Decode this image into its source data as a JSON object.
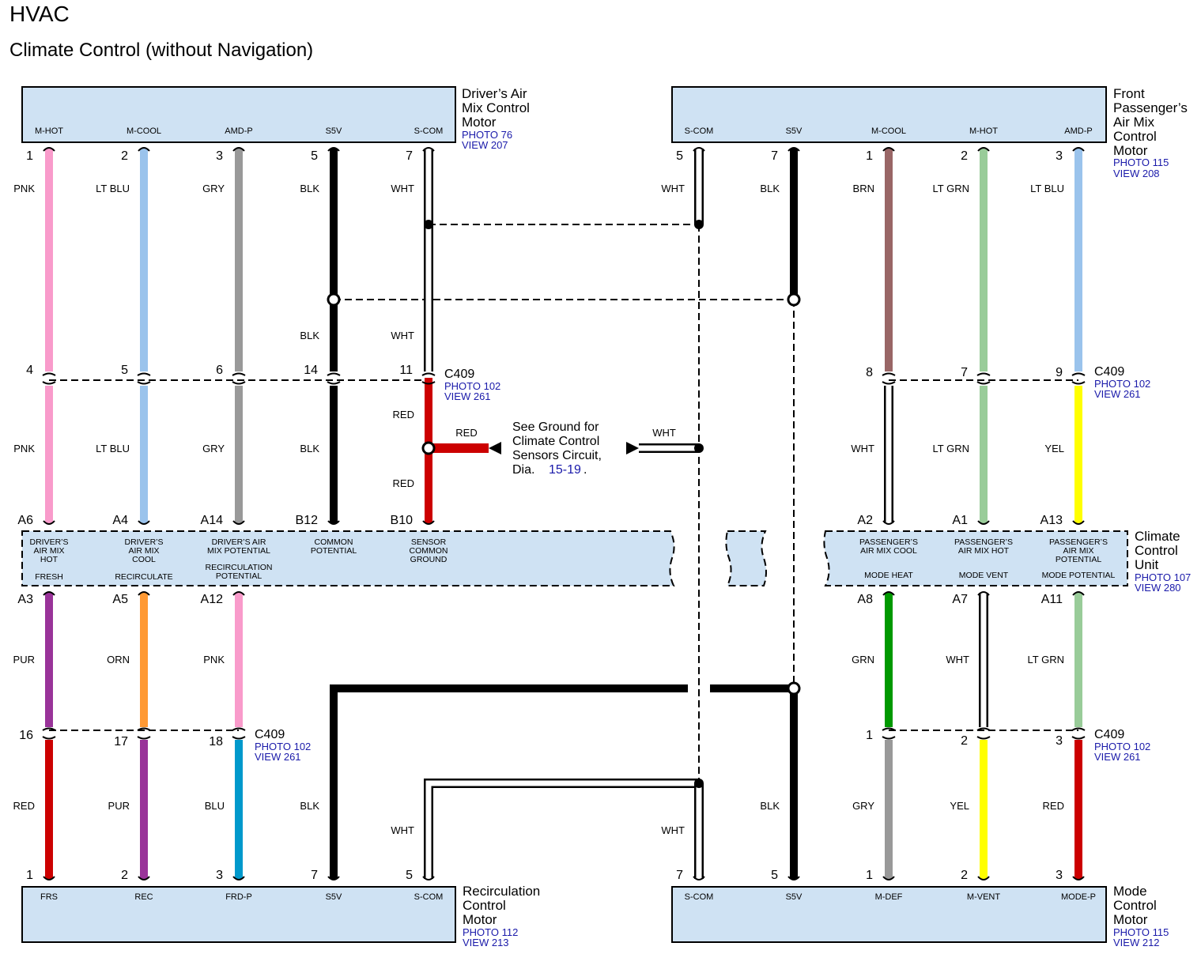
{
  "header": {
    "title": "HVAC",
    "subtitle": "Climate Control (without Navigation)"
  },
  "colors": {
    "box": "#cfe2f3",
    "PNK": "#f99bcb",
    "LT BLU": "#9ac3ec",
    "GRY": "#999999",
    "BLK": "#000000",
    "WHT": "#ffffff",
    "RED": "#cc0000",
    "BRN": "#996666",
    "LT GRN": "#99cc99",
    "YEL": "#ffff00",
    "PUR": "#993399",
    "ORN": "#ff9933",
    "BLU": "#0099cc",
    "GRN": "#009900",
    "link": "#1a1aaa"
  },
  "components": {
    "driver_motor": {
      "name": [
        "Driver’s Air",
        "Mix Control",
        "Motor"
      ],
      "photo": "PHOTO 76",
      "view": "VIEW 207",
      "terms": [
        "M-HOT",
        "M-COOL",
        "AMD-P",
        "S5V",
        "S-COM"
      ]
    },
    "passenger_motor": {
      "name": [
        "Front",
        "Passenger’s",
        "Air Mix",
        "Control",
        "Motor"
      ],
      "photo": "PHOTO 115",
      "view": "VIEW 208",
      "terms": [
        "S-COM",
        "S5V",
        "M-COOL",
        "M-HOT",
        "AMD-P"
      ]
    },
    "climate_unit": {
      "name": [
        "Climate",
        "Control",
        "Unit"
      ],
      "photo": "PHOTO 107",
      "view": "VIEW 280",
      "top_pins": [
        "A6",
        "A4",
        "A14",
        "B12",
        "B10",
        "A2",
        "A1",
        "A13"
      ],
      "bottom_pins": [
        "A3",
        "A5",
        "A12",
        "A8",
        "A7",
        "A11"
      ],
      "upper_labels": [
        [
          "DRIVER’S",
          "AIR MIX",
          "HOT"
        ],
        [
          "DRIVER’S",
          "AIR MIX",
          "COOL"
        ],
        [
          "DRIVER’S AIR",
          "MIX POTENTIAL"
        ],
        [
          "COMMON",
          "POTENTIAL"
        ],
        [
          "SENSOR",
          "COMMON",
          "GROUND"
        ],
        [
          "PASSENGER’S",
          "AIR MIX COOL"
        ],
        [
          "PASSENGER’S",
          "AIR MIX HOT"
        ],
        [
          "PASSENGER’S",
          "AIR MIX",
          "POTENTIAL"
        ]
      ],
      "lower_labels": [
        [
          "FRESH"
        ],
        [
          "RECIRCULATE"
        ],
        [
          "RECIRCULATION",
          "POTENTIAL"
        ],
        [
          "MODE HEAT"
        ],
        [
          "MODE VENT"
        ],
        [
          "MODE POTENTIAL"
        ]
      ]
    },
    "recirc_motor": {
      "name": [
        "Recirculation",
        "Control",
        "Motor"
      ],
      "photo": "PHOTO 112",
      "view": "VIEW 213",
      "terms": [
        "FRS",
        "REC",
        "FRD-P",
        "S5V",
        "S-COM"
      ]
    },
    "mode_motor": {
      "name": [
        "Mode",
        "Control",
        "Motor"
      ],
      "photo": "PHOTO 115",
      "view": "VIEW 212",
      "terms": [
        "S-COM",
        "S5V",
        "M-DEF",
        "M-VENT",
        "MODE-P"
      ]
    }
  },
  "connectors": {
    "name": "C409",
    "photo": "PHOTO 102",
    "view": "VIEW 261"
  },
  "pins": {
    "driver_motor": [
      "1",
      "2",
      "3",
      "5",
      "7"
    ],
    "passenger_motor": [
      "5",
      "7",
      "1",
      "2",
      "3"
    ],
    "c409_upper_left": [
      "4",
      "5",
      "6",
      "14",
      "11"
    ],
    "c409_upper_right": [
      "8",
      "7",
      "9"
    ],
    "c409_lower_left": [
      "16",
      "17",
      "18"
    ],
    "c409_lower_right": [
      "1",
      "2",
      "3"
    ],
    "recirc_motor": [
      "1",
      "2",
      "3",
      "7",
      "5"
    ],
    "mode_motor": [
      "7",
      "5",
      "1",
      "2",
      "3"
    ]
  },
  "wires": {
    "col1": [
      "PNK",
      "PNK",
      "PUR",
      "RED"
    ],
    "col2": [
      "LT BLU",
      "LT BLU",
      "ORN",
      "PUR"
    ],
    "col3": [
      "GRY",
      "GRY",
      "PNK",
      "BLU"
    ],
    "col4": [
      "BLK",
      "BLK",
      "BLK",
      "BLK"
    ],
    "col5": [
      "WHT",
      "WHT",
      "RED",
      "RED",
      "WHT"
    ],
    "pcol1": [
      "WHT",
      "WHT",
      "WHT"
    ],
    "pcol2": [
      "BLK",
      "BLK"
    ],
    "pcol3": [
      "BRN",
      "WHT",
      "GRN",
      "GRY"
    ],
    "pcol4": [
      "LT GRN",
      "LT GRN",
      "WHT",
      "YEL"
    ],
    "pcol5": [
      "LT BLU",
      "YEL",
      "LT GRN",
      "RED"
    ]
  },
  "note": {
    "lines": [
      "See Ground for",
      "Climate Control",
      "Sensors Circuit,"
    ],
    "dia_prefix": "Dia.",
    "dia_ref": "15-19",
    "dia_suffix": ".",
    "left_wire": "RED",
    "right_wire": "WHT"
  }
}
